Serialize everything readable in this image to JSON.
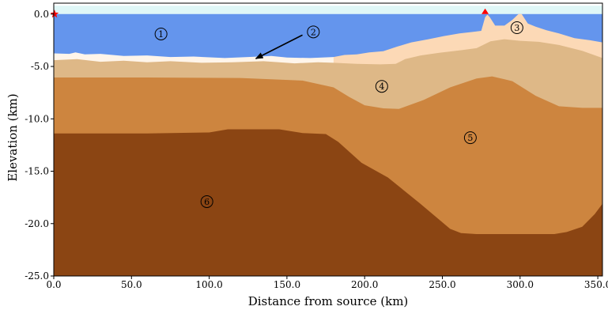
{
  "chart_data": {
    "type": "area",
    "title": "",
    "xlabel": "Distance from source (km)",
    "ylabel": "Elevation (km)",
    "xlim": [
      0,
      353
    ],
    "ylim": [
      -25,
      0.8
    ],
    "x_ticks": [
      0,
      50,
      100,
      150,
      200,
      250,
      300,
      350
    ],
    "x_tick_labels": [
      "0.0",
      "50.0",
      "100.0",
      "150.0",
      "200.0",
      "250.0",
      "300.0",
      "350.0"
    ],
    "y_ticks": [
      0,
      -5,
      -10,
      -15,
      -20,
      -25
    ],
    "y_tick_labels": [
      "0.0",
      "-5.0",
      "-10.0",
      "-15.0",
      "-20.0",
      "-25.0"
    ],
    "grid": false,
    "legend": "none",
    "colors": {
      "air": "#dff7f7",
      "water": "#6495ed",
      "layer2": "#fff5ea",
      "layer3": "#fcd9b6",
      "layer4": "#deb887",
      "layer5": "#cd853f",
      "layer6": "#8b4513",
      "marker": "#ff0000",
      "arrow": "#000000"
    },
    "layers": [
      {
        "id": "air",
        "color_key": "air",
        "points": [
          [
            0,
            0.8
          ],
          [
            353,
            0.8
          ],
          [
            353,
            0
          ],
          [
            0,
            0
          ]
        ]
      },
      {
        "id": "water",
        "label": "1",
        "color_key": "water",
        "points": [
          [
            0,
            0
          ],
          [
            353,
            0
          ],
          [
            353,
            -6
          ],
          [
            0,
            -6
          ]
        ]
      },
      {
        "id": "layer2",
        "label": "2",
        "color_key": "layer2",
        "points": [
          [
            0,
            -3.75
          ],
          [
            10,
            -3.8
          ],
          [
            14,
            -3.65
          ],
          [
            20,
            -3.85
          ],
          [
            30,
            -3.8
          ],
          [
            45,
            -4.0
          ],
          [
            60,
            -3.95
          ],
          [
            75,
            -4.1
          ],
          [
            90,
            -4.05
          ],
          [
            110,
            -4.2
          ],
          [
            125,
            -4.1
          ],
          [
            140,
            -4.0
          ],
          [
            150,
            -4.15
          ],
          [
            165,
            -4.2
          ],
          [
            180,
            -4.1
          ],
          [
            193,
            -4.05
          ],
          [
            193,
            -6
          ],
          [
            0,
            -6
          ]
        ]
      },
      {
        "id": "layer3",
        "label": "3",
        "color_key": "layer3",
        "points": [
          [
            180,
            -4.1
          ],
          [
            187,
            -3.9
          ],
          [
            195,
            -3.85
          ],
          [
            203,
            -3.65
          ],
          [
            212,
            -3.55
          ],
          [
            221,
            -3.1
          ],
          [
            230,
            -2.7
          ],
          [
            241,
            -2.4
          ],
          [
            251,
            -2.1
          ],
          [
            261,
            -1.85
          ],
          [
            270,
            -1.7
          ],
          [
            275,
            -1.6
          ],
          [
            277.5,
            -0.3
          ],
          [
            279,
            -0.05
          ],
          [
            280.5,
            -0.3
          ],
          [
            284,
            -1.1
          ],
          [
            290,
            -1.1
          ],
          [
            295,
            -0.55
          ],
          [
            299,
            0
          ],
          [
            301,
            0
          ],
          [
            305,
            -0.9
          ],
          [
            310,
            -1.2
          ],
          [
            317,
            -1.55
          ],
          [
            325,
            -1.85
          ],
          [
            335,
            -2.3
          ],
          [
            345,
            -2.5
          ],
          [
            353,
            -2.7
          ],
          [
            353,
            -8
          ],
          [
            180,
            -8
          ]
        ]
      },
      {
        "id": "layer4",
        "label": "4",
        "color_key": "layer4",
        "points": [
          [
            0,
            -4.4
          ],
          [
            15,
            -4.3
          ],
          [
            30,
            -4.55
          ],
          [
            45,
            -4.45
          ],
          [
            60,
            -4.6
          ],
          [
            75,
            -4.5
          ],
          [
            95,
            -4.65
          ],
          [
            115,
            -4.6
          ],
          [
            135,
            -4.5
          ],
          [
            155,
            -4.7
          ],
          [
            170,
            -4.6
          ],
          [
            180,
            -4.65
          ],
          [
            195,
            -4.75
          ],
          [
            210,
            -4.8
          ],
          [
            220,
            -4.75
          ],
          [
            226,
            -4.3
          ],
          [
            236,
            -3.95
          ],
          [
            248,
            -3.7
          ],
          [
            262,
            -3.45
          ],
          [
            272,
            -3.25
          ],
          [
            281,
            -2.6
          ],
          [
            290,
            -2.4
          ],
          [
            300,
            -2.55
          ],
          [
            312,
            -2.65
          ],
          [
            325,
            -2.95
          ],
          [
            340,
            -3.5
          ],
          [
            353,
            -4.2
          ],
          [
            353,
            -12
          ],
          [
            0,
            -12
          ]
        ]
      },
      {
        "id": "layer5",
        "label": "5",
        "color_key": "layer5",
        "points": [
          [
            0,
            -6.05
          ],
          [
            60,
            -6.05
          ],
          [
            120,
            -6.1
          ],
          [
            160,
            -6.35
          ],
          [
            180,
            -7.0
          ],
          [
            190,
            -7.9
          ],
          [
            200,
            -8.7
          ],
          [
            212,
            -9.0
          ],
          [
            222,
            -9.05
          ],
          [
            238,
            -8.2
          ],
          [
            255,
            -7.0
          ],
          [
            272,
            -6.15
          ],
          [
            282,
            -5.95
          ],
          [
            295,
            -6.4
          ],
          [
            310,
            -7.8
          ],
          [
            325,
            -8.8
          ],
          [
            340,
            -8.95
          ],
          [
            353,
            -8.95
          ],
          [
            353,
            -25
          ],
          [
            0,
            -25
          ]
        ]
      },
      {
        "id": "layer6",
        "label": "6",
        "color_key": "layer6",
        "points": [
          [
            0,
            -11.4
          ],
          [
            60,
            -11.4
          ],
          [
            100,
            -11.3
          ],
          [
            112,
            -11.0
          ],
          [
            145,
            -11.0
          ],
          [
            160,
            -11.35
          ],
          [
            175,
            -11.45
          ],
          [
            183,
            -12.2
          ],
          [
            198,
            -14.2
          ],
          [
            215,
            -15.6
          ],
          [
            235,
            -18.0
          ],
          [
            255,
            -20.5
          ],
          [
            262,
            -20.9
          ],
          [
            272,
            -21.0
          ],
          [
            300,
            -21.0
          ],
          [
            322,
            -21.0
          ],
          [
            330,
            -20.8
          ],
          [
            340,
            -20.3
          ],
          [
            348,
            -19.1
          ],
          [
            353,
            -18.1
          ],
          [
            353,
            -25
          ],
          [
            0,
            -25
          ]
        ]
      }
    ],
    "annotations": [
      {
        "text": "1",
        "x": 69,
        "y": -1.9
      },
      {
        "text": "2",
        "x": 167,
        "y": -1.7
      },
      {
        "text": "3",
        "x": 298,
        "y": -1.3
      },
      {
        "text": "4",
        "x": 211,
        "y": -6.9
      },
      {
        "text": "5",
        "x": 268,
        "y": -11.8
      },
      {
        "text": "6",
        "x": 98.5,
        "y": -17.9
      }
    ],
    "arrow": {
      "from": [
        160,
        -2.0
      ],
      "to": [
        130,
        -4.25
      ]
    },
    "markers": [
      {
        "type": "star",
        "x": 0.5,
        "y": 0,
        "color_key": "marker"
      },
      {
        "type": "triangle",
        "x": 277.5,
        "y": 0,
        "color_key": "marker"
      }
    ]
  }
}
